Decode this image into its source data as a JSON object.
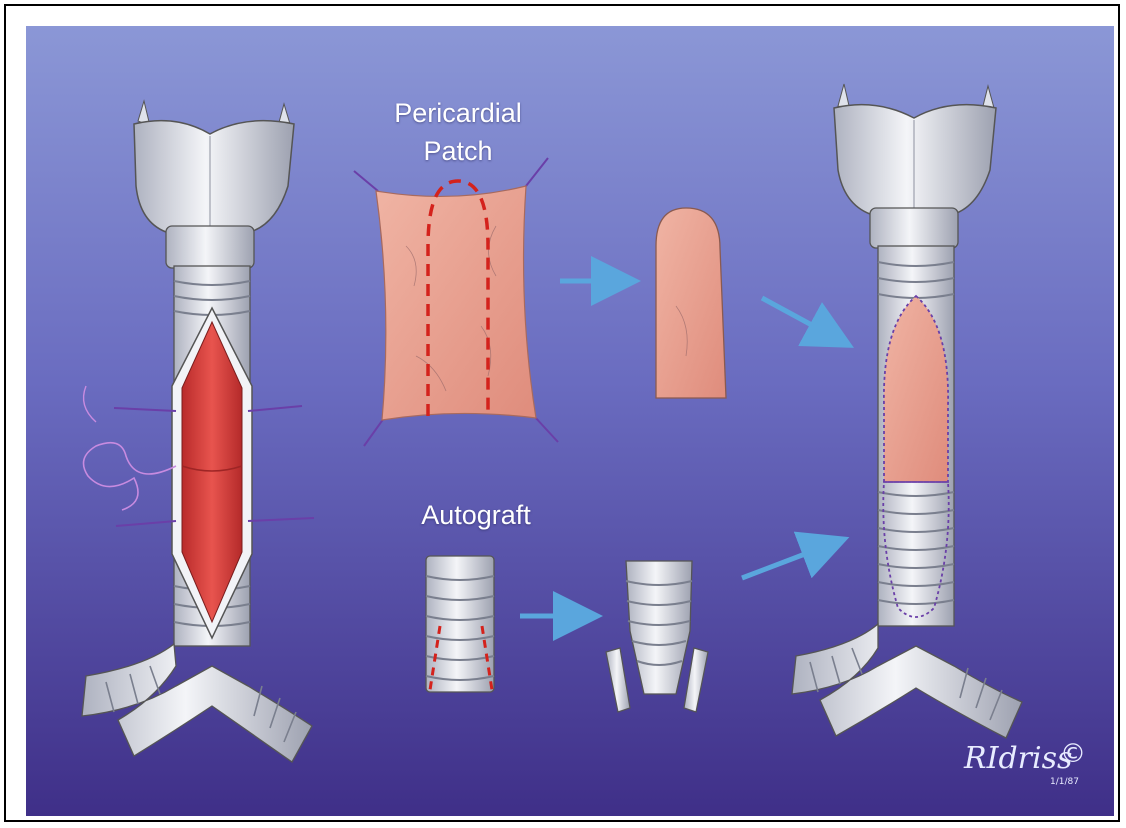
{
  "labels": {
    "patch_line1": "Pericardial",
    "patch_line2": "Patch",
    "autograft": "Autograft"
  },
  "signature": {
    "name": "RIdriss",
    "copyright": "©",
    "date": "1/1/87"
  },
  "colors": {
    "background_top": "#8b97d6",
    "background_bottom": "#3f2f88",
    "cartilage": "#eceef3",
    "cartilage_shade": "#b9bdc9",
    "mucosa_red": "#d9433f",
    "patch_pink": "#eaa496",
    "suture_purple": "#6a3fa8",
    "arrow_blue": "#5aa6dd",
    "dashed_red": "#d4221c"
  },
  "icons": [
    "arrow-right-icon",
    "arrow-diagonal-icon",
    "suture-thread-icon"
  ]
}
